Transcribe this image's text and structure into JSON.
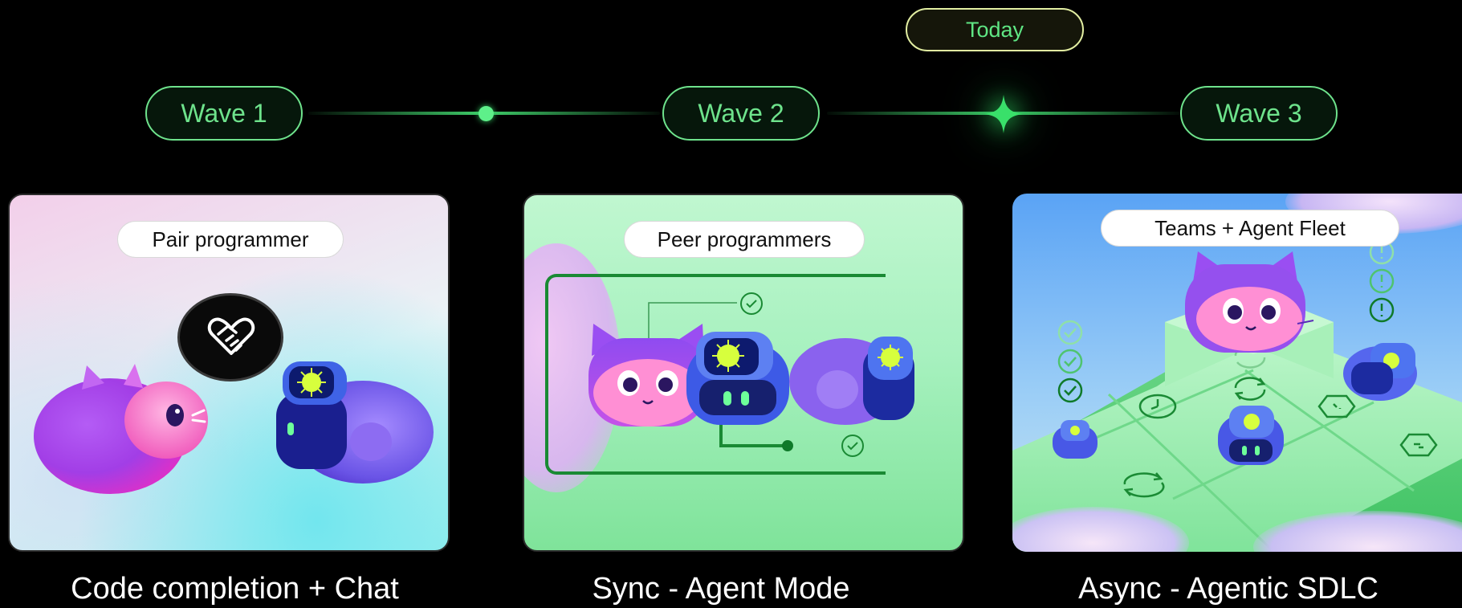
{
  "timeline": {
    "today_label": "Today",
    "waves": [
      {
        "label": "Wave 1"
      },
      {
        "label": "Wave 2"
      },
      {
        "label": "Wave 3"
      }
    ]
  },
  "cards": [
    {
      "badge": "Pair programmer",
      "caption": "Code completion + Chat"
    },
    {
      "badge": "Peer programmers",
      "caption": "Sync - Agent Mode"
    },
    {
      "badge": "Teams + Agent Fleet",
      "caption": "Async - Agentic SDLC"
    }
  ],
  "icons": {
    "handshake": "handshake-heart-icon",
    "check": "check-circle-icon",
    "warning": "exclamation-circle-icon",
    "refresh": "refresh-icon",
    "clock": "clock-icon"
  },
  "colors": {
    "background": "#000000",
    "accent_green": "#6ee38c",
    "today_border": "#e2eea2"
  }
}
